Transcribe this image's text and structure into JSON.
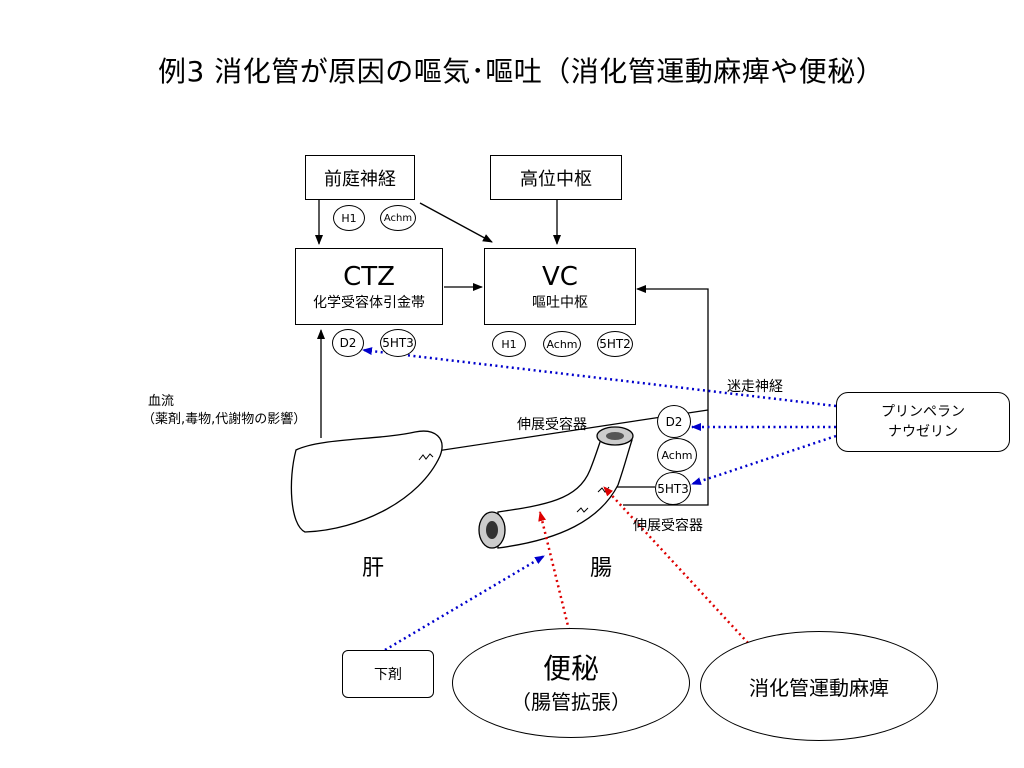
{
  "title": "例3 消化管が原因の嘔気･嘔吐（消化管運動麻痺や便秘）",
  "boxes": {
    "vestibular": "前庭神経",
    "higher_center": "高位中枢",
    "ctz_main": "CTZ",
    "ctz_sub": "化学受容体引金帯",
    "vc_main": "VC",
    "vc_sub": "嘔吐中枢",
    "drug_line1": "プリンペラン",
    "drug_line2": "ナウゼリン",
    "laxative": "下剤"
  },
  "receptors": {
    "h1": "H1",
    "achm": "Achm",
    "d2": "D2",
    "ht3": "5HT3",
    "ht2": "5HT2"
  },
  "labels": {
    "blood_line1": "血流",
    "blood_line2": "（薬剤,毒物,代謝物の影響）",
    "vagus": "迷走神経",
    "stretch_top": "伸展受容器",
    "stretch_bottom": "伸展受容器",
    "liver": "肝",
    "intestine": "腸"
  },
  "causes": {
    "constipation_main": "便秘",
    "constipation_sub": "（腸管拡張）",
    "paralysis": "消化管運動麻痺"
  },
  "colors": {
    "blue_arrow": "#0000cc",
    "red_arrow": "#dd0000",
    "outline": "#000000"
  }
}
